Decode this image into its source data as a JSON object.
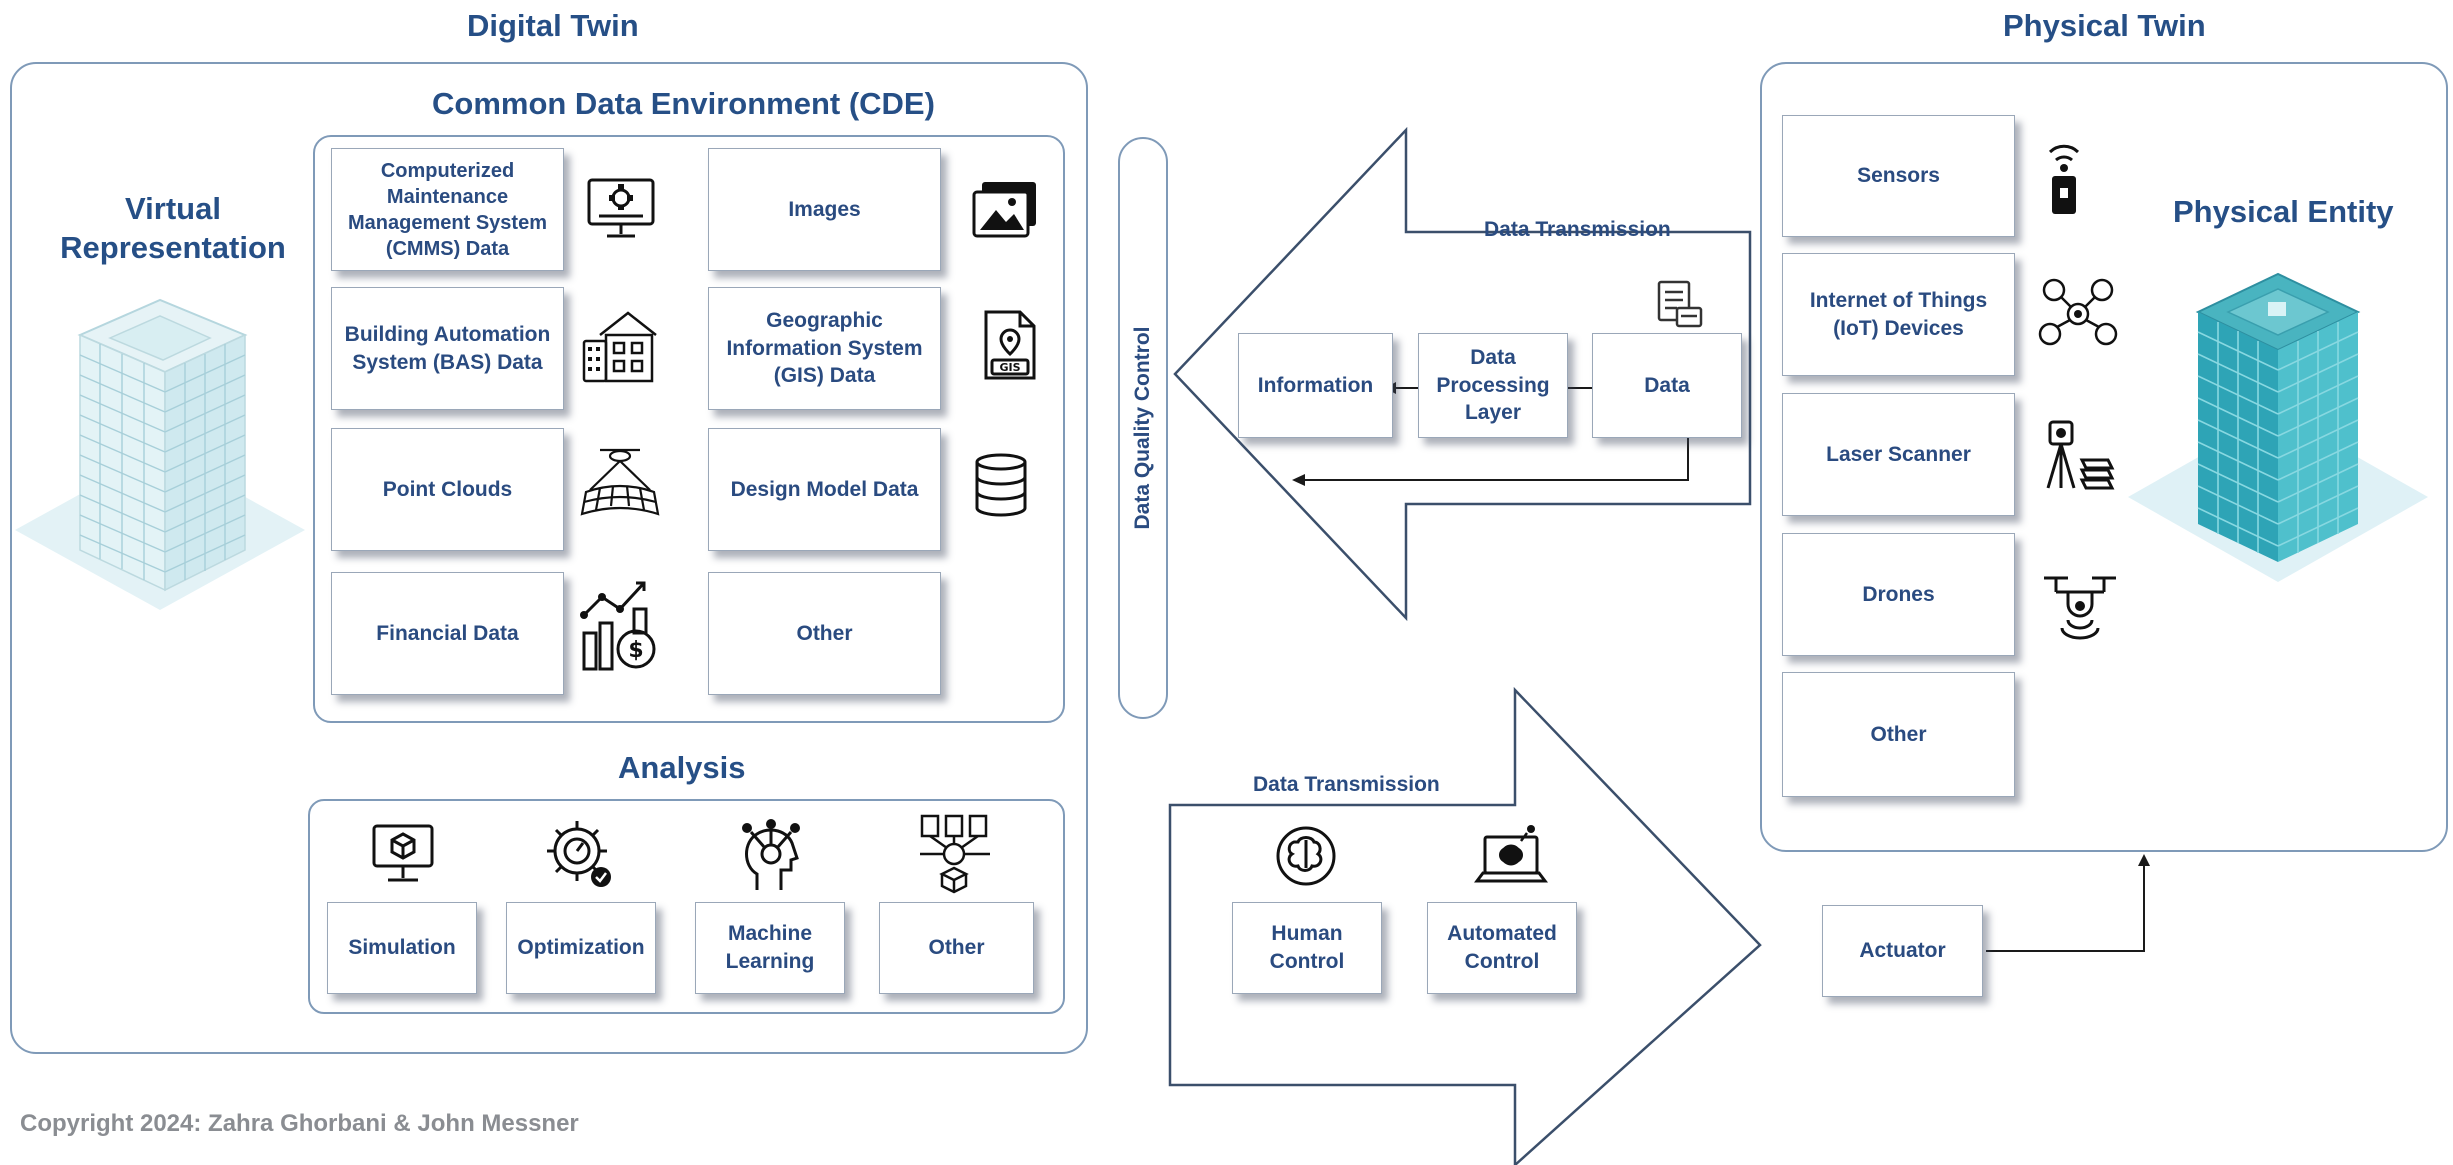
{
  "digital_twin": {
    "title": "Digital Twin",
    "cde": {
      "title": "Common Data Environment (CDE)",
      "items": [
        "Computerized Maintenance Management System (CMMS) Data",
        "Images",
        "Building Automation System (BAS) Data",
        "Geographic Information System (GIS) Data",
        "Point Clouds",
        "Design Model Data",
        "Financial Data",
        "Other"
      ]
    },
    "virtual_representation": "Virtual Representation",
    "data_quality_control": "Data Quality Control",
    "analysis": {
      "title": "Analysis",
      "items": [
        "Simulation",
        "Optimization",
        "Machine Learning",
        "Other"
      ]
    }
  },
  "physical_twin": {
    "title": "Physical Twin",
    "devices": [
      "Sensors",
      "Internet of Things (IoT) Devices",
      "Laser Scanner",
      "Drones",
      "Other"
    ],
    "physical_entity": "Physical Entity"
  },
  "upper_flow": {
    "label": "Data Transmission",
    "steps": [
      "Information",
      "Data Processing Layer",
      "Data"
    ]
  },
  "lower_flow": {
    "label": "Data Transmission",
    "controls": [
      "Human Control",
      "Automated Control"
    ]
  },
  "actuator": "Actuator",
  "copyright": "Copyright 2024: Zahra Ghorbani & John Messner"
}
